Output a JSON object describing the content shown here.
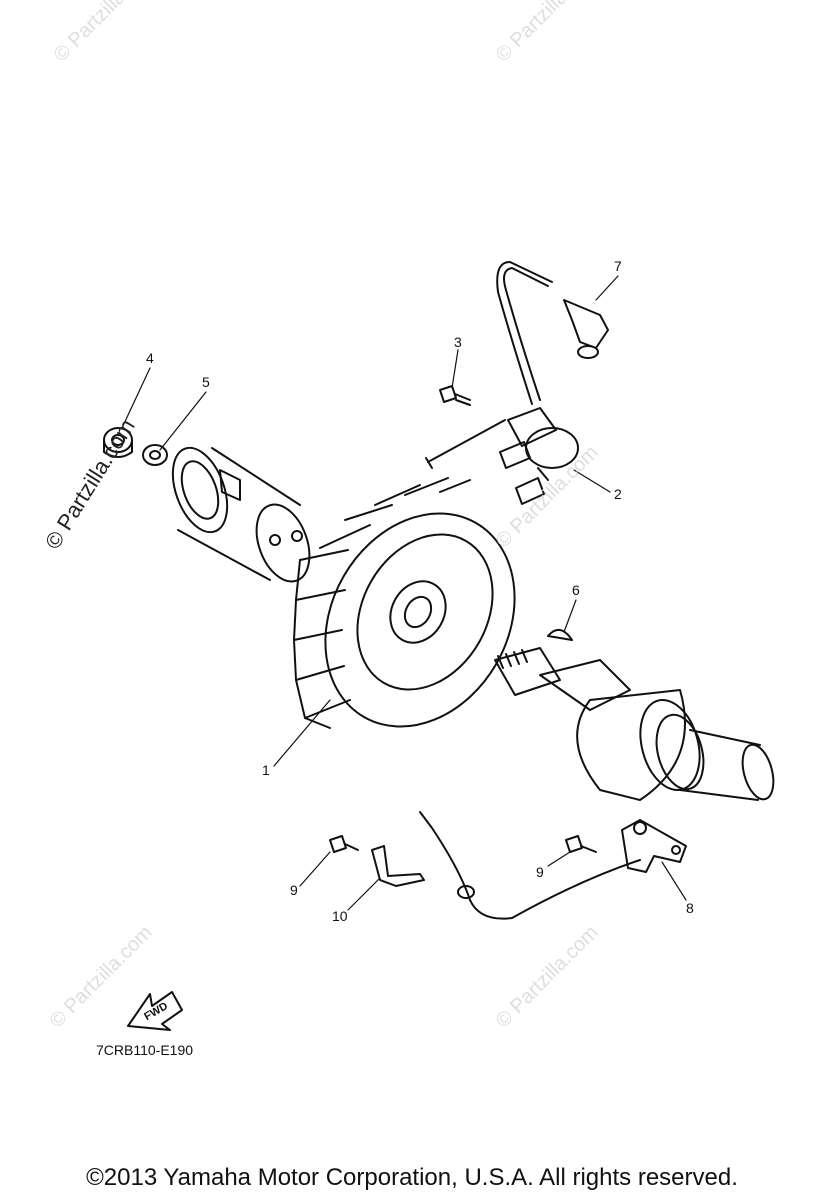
{
  "watermark": "© Partzilla.com",
  "watermark_prominent": "© Partzilla.com",
  "callouts": {
    "c1": "1",
    "c2": "2",
    "c3": "3",
    "c4": "4",
    "c5": "5",
    "c6": "6",
    "c7": "7",
    "c8": "8",
    "c9a": "9",
    "c9b": "9",
    "c10": "10"
  },
  "fwd_label": "FWD",
  "diagram_code": "7CRB110-E190",
  "copyright": "©2013  Yamaha Motor Corporation, U.S.A. All rights reserved."
}
